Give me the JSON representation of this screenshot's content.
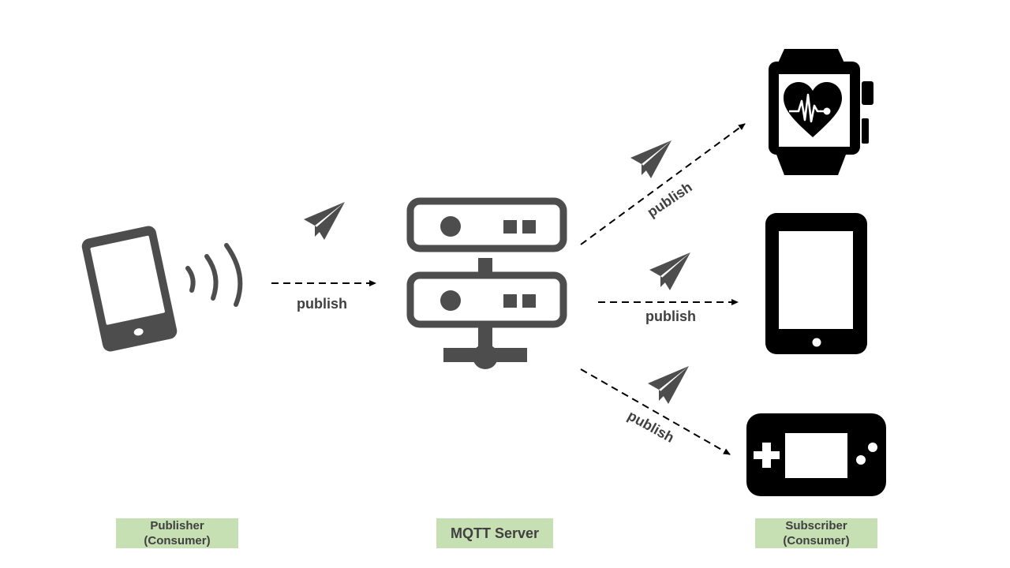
{
  "edges": [
    {
      "id": "phone-to-server",
      "label": "publish"
    },
    {
      "id": "server-to-watch",
      "label": "publish"
    },
    {
      "id": "server-to-tablet",
      "label": "publish"
    },
    {
      "id": "server-to-console",
      "label": "publish"
    }
  ],
  "labels": {
    "publisher": {
      "line1": "Publisher",
      "line2": "(Consumer)"
    },
    "server": {
      "line1": "MQTT Server"
    },
    "subscriber": {
      "line1": "Subscriber",
      "line2": "(Consumer)"
    }
  },
  "colors": {
    "icon_gray": "#4d4d4d",
    "device_black": "#000000",
    "label_bg": "#c6e0b4",
    "text": "#404040"
  },
  "icons": [
    "smartphone-icon",
    "signal-waves-icon",
    "server-icon",
    "smartwatch-icon",
    "heart-pulse-icon",
    "tablet-icon",
    "game-console-icon",
    "paper-plane-icon"
  ]
}
